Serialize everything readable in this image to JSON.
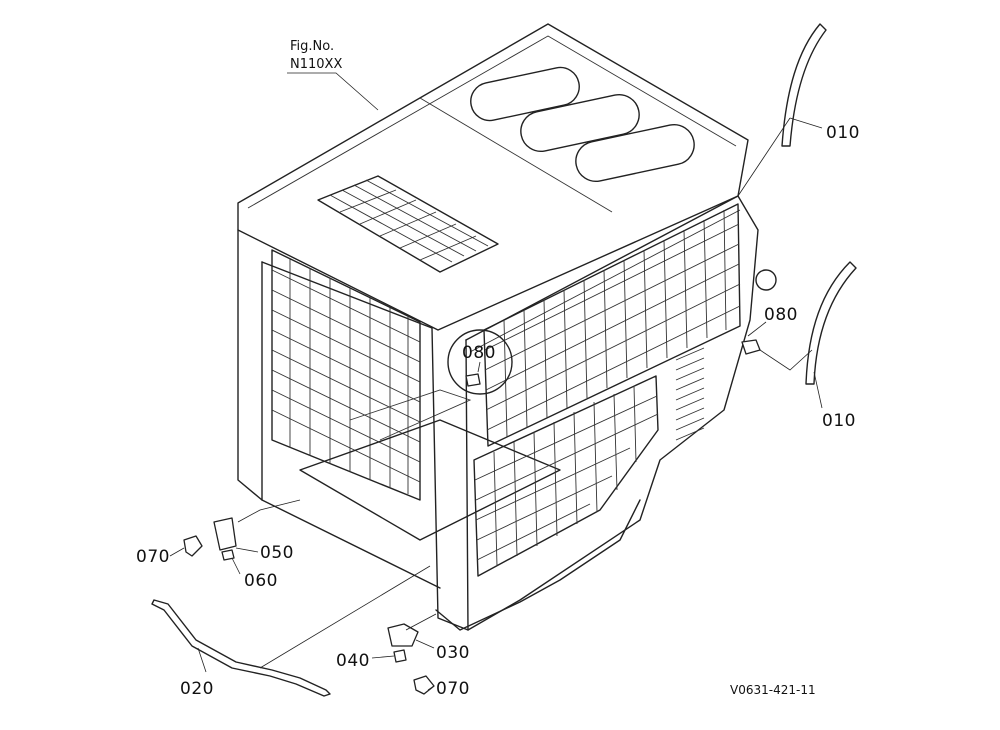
{
  "figure": {
    "title_line1": "Fig.No.",
    "title_line2": "N110XX",
    "reference": "V0631-421-11"
  },
  "callouts": [
    {
      "id": "p010a",
      "label": "010"
    },
    {
      "id": "p010b",
      "label": "010"
    },
    {
      "id": "p080a",
      "label": "080"
    },
    {
      "id": "p080b",
      "label": "080"
    },
    {
      "id": "p070a",
      "label": "070"
    },
    {
      "id": "p050",
      "label": "050"
    },
    {
      "id": "p060",
      "label": "060"
    },
    {
      "id": "p040",
      "label": "040"
    },
    {
      "id": "p030",
      "label": "030"
    },
    {
      "id": "p070b",
      "label": "070"
    },
    {
      "id": "p020",
      "label": "020"
    }
  ]
}
